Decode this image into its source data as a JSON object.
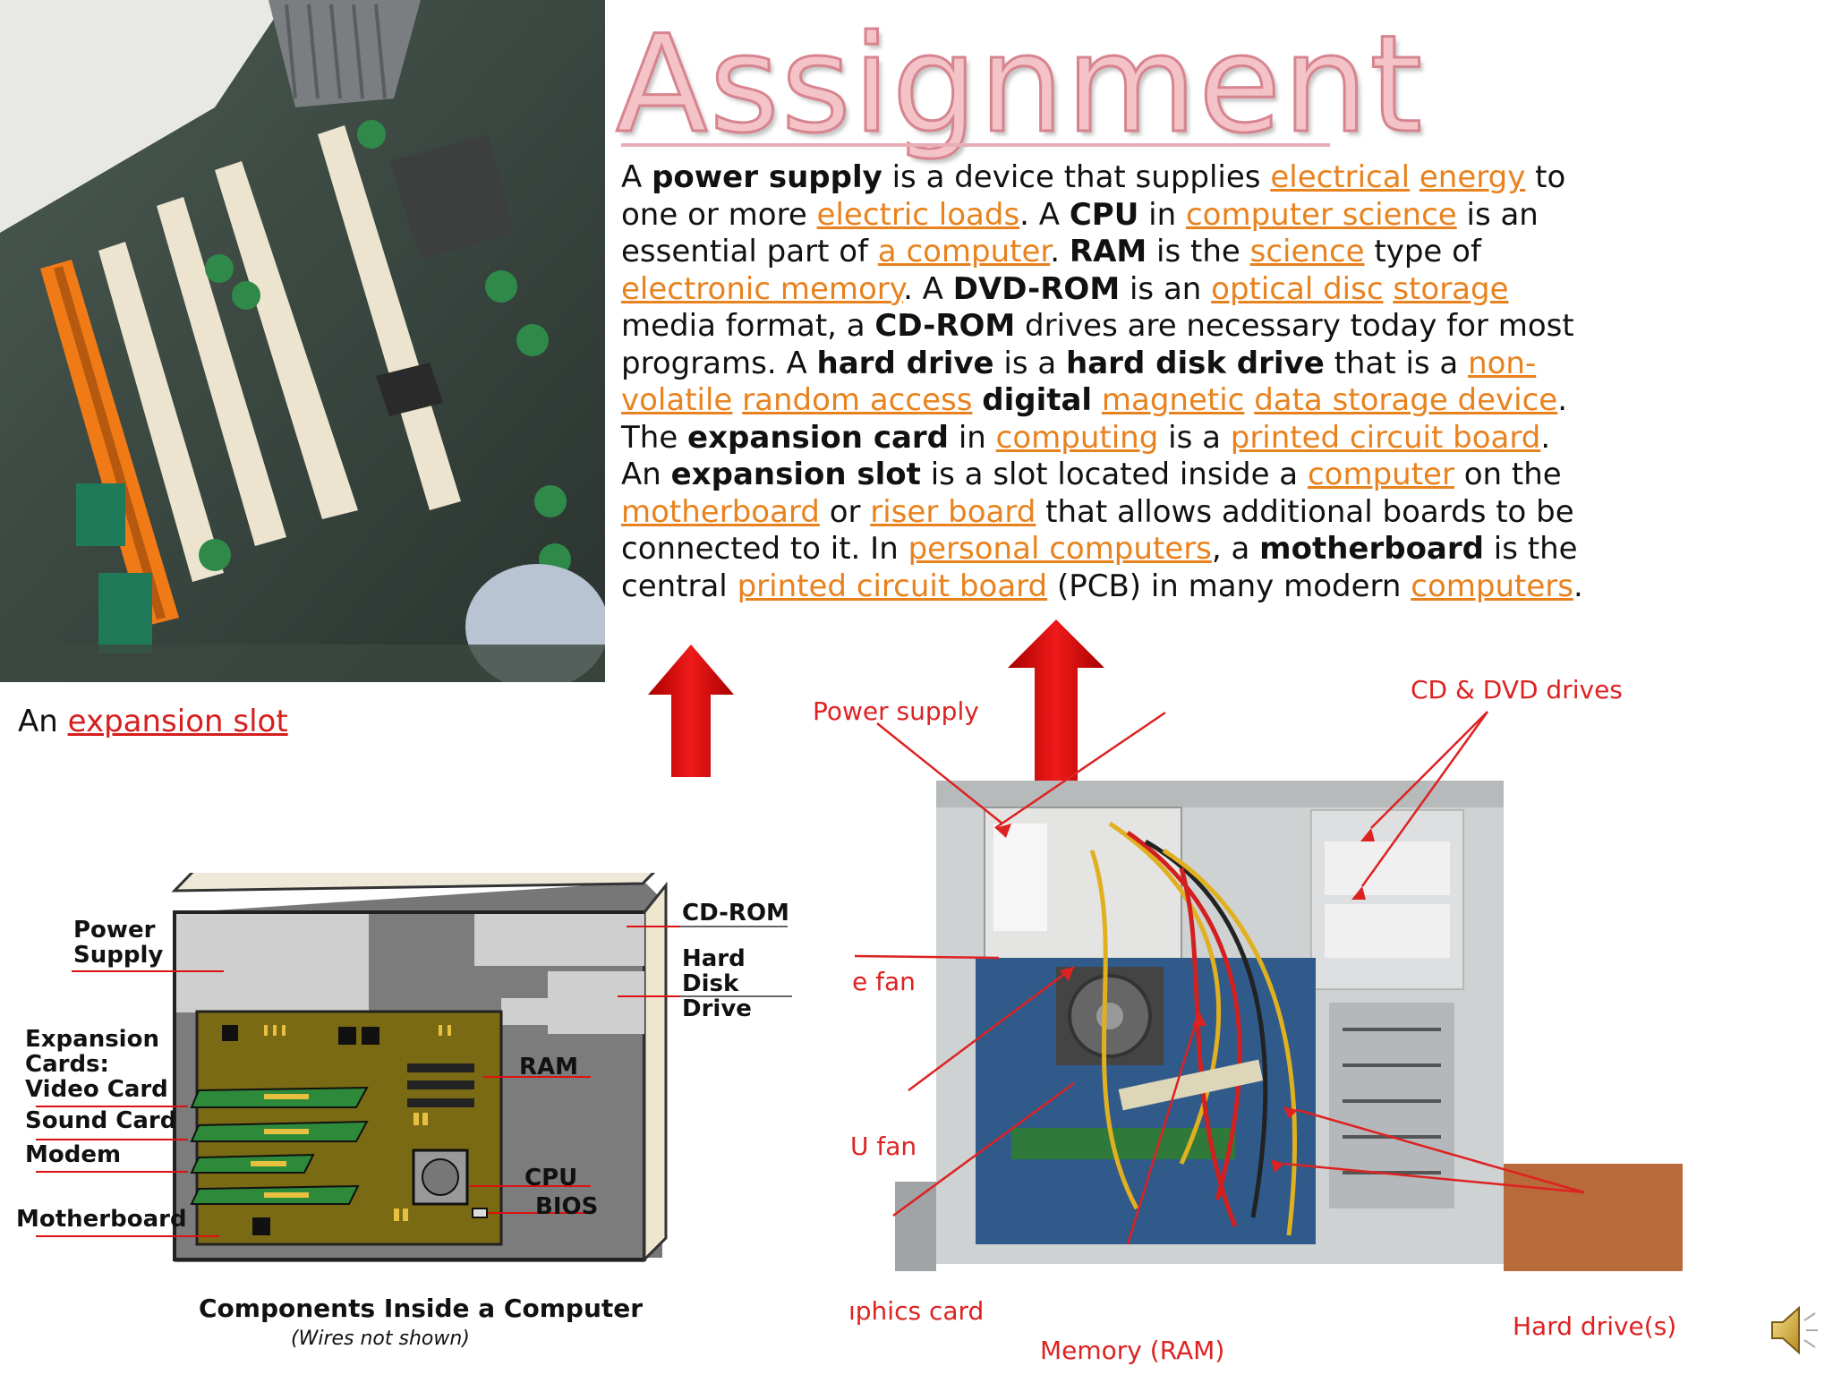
{
  "title": "Assignment",
  "paragraph": [
    {
      "t": "A "
    },
    {
      "t": "power supply",
      "b": true
    },
    {
      "t": " is a device that supplies "
    },
    {
      "t": "electrical",
      "l": true
    },
    {
      "t": " "
    },
    {
      "t": "energy",
      "l": true
    },
    {
      "t": " to one or more "
    },
    {
      "t": "electric loads",
      "l": true
    },
    {
      "t": ". A "
    },
    {
      "t": "CPU",
      "b": true
    },
    {
      "t": " in "
    },
    {
      "t": "computer science",
      "l": true
    },
    {
      "t": " is an essential part of "
    },
    {
      "t": "a computer",
      "l": true
    },
    {
      "t": ". "
    },
    {
      "t": "RAM",
      "b": true
    },
    {
      "t": " is the "
    },
    {
      "t": "science",
      "l": true
    },
    {
      "t": " type of "
    },
    {
      "t": "electronic memory",
      "l": true
    },
    {
      "t": ". A "
    },
    {
      "t": "DVD-ROM",
      "b": true
    },
    {
      "t": " is an "
    },
    {
      "t": "optical disc",
      "l": true
    },
    {
      "t": " "
    },
    {
      "t": "storage",
      "l": true
    },
    {
      "t": " media format, a "
    },
    {
      "t": "CD-ROM",
      "b": true
    },
    {
      "t": " drives are necessary today for most programs. A "
    },
    {
      "t": "hard drive",
      "b": true
    },
    {
      "t": " is a "
    },
    {
      "t": "hard disk drive",
      "b": true
    },
    {
      "t": "  that is a "
    },
    {
      "t": "non-volatile",
      "l": true
    },
    {
      "t": "  "
    },
    {
      "t": "random access",
      "l": true
    },
    {
      "t": " "
    },
    {
      "t": "digital",
      "b": true
    },
    {
      "t": " "
    },
    {
      "t": "magnetic",
      "l": true
    },
    {
      "t": " "
    },
    {
      "t": "data storage device",
      "l": true
    },
    {
      "t": ". The "
    },
    {
      "t": "expansion card",
      "b": true
    },
    {
      "t": "  in "
    },
    {
      "t": "computing",
      "l": true
    },
    {
      "t": " is a "
    },
    {
      "t": "printed circuit board",
      "l": true
    },
    {
      "t": ". An "
    },
    {
      "t": "expansion slot",
      "b": true
    },
    {
      "t": " is a slot located inside a "
    },
    {
      "t": "computer",
      "l": true
    },
    {
      "t": " on the "
    },
    {
      "t": "motherboard",
      "l": true
    },
    {
      "t": " or "
    },
    {
      "t": "riser board",
      "l": true
    },
    {
      "t": " that allows additional boards to be connected to it. In "
    },
    {
      "t": "personal computers",
      "l": true
    },
    {
      "t": ", a "
    },
    {
      "t": "motherboard",
      "b": true
    },
    {
      "t": " is the central "
    },
    {
      "t": "printed circuit board",
      "l": true
    },
    {
      "t": " (PCB) in many modern "
    },
    {
      "t": "computers",
      "l": true
    },
    {
      "t": "."
    }
  ],
  "caption1": {
    "prefix": "An ",
    "link": "expansion slot"
  },
  "diagram": {
    "labels": {
      "power_supply": [
        "Power",
        "Supply"
      ],
      "expansion_cards": [
        "Expansion",
        "Cards:",
        "Video Card"
      ],
      "sound_card": "Sound Card",
      "modem": "Modem",
      "motherboard": "Motherboard",
      "cd_rom": "CD-ROM",
      "hard_disk": [
        "Hard Disk",
        "Drive"
      ],
      "ram": "RAM",
      "cpu": "CPU",
      "bios": "BIOS"
    },
    "caption": "Components Inside a Computer",
    "subcaption": "(Wires not shown)"
  },
  "case_photo": {
    "labels": {
      "power_supply": "Power supply",
      "cd_dvd": "CD & DVD drives",
      "case_fan": "e fan",
      "cpu_fan": "U fan",
      "graphics": "ıphics card",
      "memory": "Memory (RAM)",
      "hard_drives": "Hard drive(s)"
    }
  },
  "colors": {
    "link": "#e8821e",
    "caption_link": "#d61e1e",
    "arrow": "#d40f0f",
    "label_red": "#d22"
  },
  "icons": [
    "speaker-icon",
    "up-arrow-icon"
  ]
}
